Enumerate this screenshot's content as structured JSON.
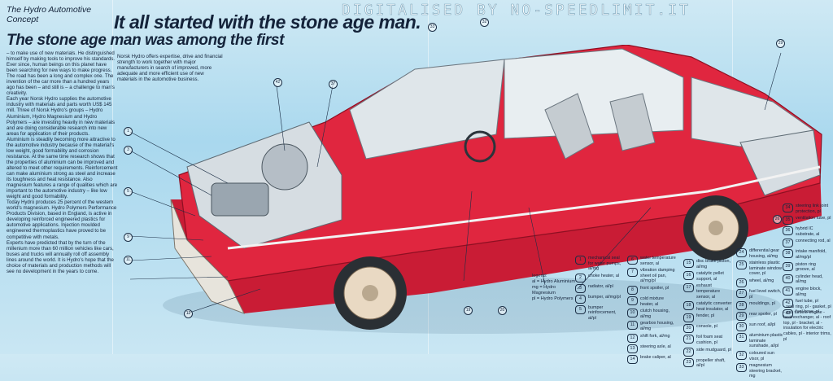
{
  "brochure": {
    "kicker": "The Hydro Automotive Concept",
    "headline_main": "It all started with the stone age man.",
    "headline_sub": "The stone age man was among the first",
    "watermark": "DIGITALISED BY NO-SPEEDLIMIT.IT"
  },
  "body_paragraphs": [
    "– to make use of new materials. He distinguished himself by making tools to improve his standards. Ever since, human beings on this planet have been searching for new ways to make progress. The road has been a long and complex one. The invention of the car more than a hundred years ago has been – and still is – a challenge to man's creativity.",
    "Each year Norsk Hydro supplies the automotive industry with materials and parts worth US$ 145 mill. Three of Norsk Hydro's groups – Hydro Aluminium, Hydro Magnesium and Hydro Polymers – are investing heavily in new materials and are doing considerable research into new areas for application of their products.",
    "Aluminium is steadily becoming more attractive to the automotive industry because of the material's low weight, good formability and corrosion resistance. At the same time research shows that the properties of aluminium can be improved and altered to meet other requirements. Reinforcement can make aluminium strong as steel and increase its toughness and heat resistance. Also magnesium features a range of qualities which are important to the automotive industry – like low weight and good formability.",
    "Today Hydro produces 25 percent of the western world's magnesium. Hydro Polymers Performance Products Division, based in England, is active in developing reinforced engineered plastics for automotive applications. Injection moulded engineered thermoplastics have proved to be competitive with metals.",
    "Experts have predicted that by the turn of the millenium more than 60 million vehicles like cars, buses and trucks will annually roll off assembly lines around the world. It is Hydro's hope that the choice of materials and production methods will see no development in the years to come."
  ],
  "intro_paragraph": "Norsk Hydro offers expertise, drive and financial strength to work together with major manufacturers in search of improved, more adequate and more efficient use of new materials in the automotive business.",
  "legend": {
    "title": "legend:",
    "items": [
      "al = Hydro Aluminium",
      "mg = Hydro Magnesium",
      "pl = Hydro Polymers"
    ]
  },
  "parts_columns": [
    [
      {
        "n": "1",
        "t": "mechanical seal for water pumps, al/mg"
      },
      {
        "n": "2",
        "t": "choke heater, al"
      },
      {
        "n": "3",
        "t": "radiator, al/pl"
      },
      {
        "n": "4",
        "t": "bumper, al/mg/pl"
      },
      {
        "n": "5",
        "t": "bumper reinforcement, al/pl"
      }
    ],
    [
      {
        "n": "6",
        "t": "water temperature sensor, al"
      },
      {
        "n": "7",
        "t": "vibration damping sheet oil pan, al/mg/pl"
      },
      {
        "n": "8",
        "t": "front spoiler, pl"
      },
      {
        "n": "9",
        "t": "cold mixture heater, al"
      },
      {
        "n": "10",
        "t": "clutch housing, al/mg"
      },
      {
        "n": "11",
        "t": "gearbox housing, al/mg"
      },
      {
        "n": "12",
        "t": "shift fork, al/mg"
      },
      {
        "n": "13",
        "t": "steering axle, al"
      },
      {
        "n": "14",
        "t": "brake caliper, al"
      }
    ],
    [
      {
        "n": "15",
        "t": "disc brake piston, al/mg"
      },
      {
        "n": "16",
        "t": "catalytic pellet support, al"
      },
      {
        "n": "17",
        "t": "exhaust temperature sensor, al"
      },
      {
        "n": "18",
        "t": "catalytic converter heat insulator, al"
      },
      {
        "n": "19",
        "t": "fender, pl"
      },
      {
        "n": "20",
        "t": "console, pl"
      },
      {
        "n": "21",
        "t": "foil foam seat cushion, pl"
      },
      {
        "n": "22",
        "t": "side mudguard, pl"
      },
      {
        "n": "23",
        "t": "propeller shaft, al/pl"
      }
    ],
    [
      {
        "n": "24",
        "t": "differential gear housing, al/mg"
      },
      {
        "n": "25",
        "t": "stainless plastic laminate window cover, pl"
      },
      {
        "n": "26",
        "t": "wheel, al/mg"
      },
      {
        "n": "27",
        "t": "fuel level switch, pl"
      },
      {
        "n": "28",
        "t": "mouldings, pl"
      },
      {
        "n": "29",
        "t": "rear spoiler, pl"
      },
      {
        "n": "30",
        "t": "sun roof, al/pl"
      },
      {
        "n": "31",
        "t": "aluminium plastic laminate sunshade, al/pl"
      },
      {
        "n": "32",
        "t": "coloured sun visor, pl"
      },
      {
        "n": "33",
        "t": "magnesium steering bracket, mg"
      }
    ],
    [
      {
        "n": "34",
        "t": "steering link joint protection, pl"
      },
      {
        "n": "35",
        "t": "ventilation tube, pl"
      },
      {
        "n": "36",
        "t": "hybrid IC substrate, al"
      },
      {
        "n": "37",
        "t": "connecting rod, al"
      },
      {
        "n": "38",
        "t": "intake manifold, al/mg/pl"
      },
      {
        "n": "39",
        "t": "piston ring groove, al"
      },
      {
        "n": "40",
        "t": "cylinder head, al/mg"
      },
      {
        "n": "41",
        "t": "engine block, al/mg"
      },
      {
        "n": "42",
        "t": "fuel tube, pl"
      },
      {
        "n": "43",
        "t": "fuel hose, pl"
      }
    ]
  ],
  "parts_extra": "- seal ring, pl - gasket, pl - gas turbine engine - heat exchanger, al - roof top, pl - bracket, al - insulation for electric cables, pl - interior trims, pl",
  "colors": {
    "car_body": "#e0263f",
    "background": "#a9d8ee",
    "ink": "#14233a"
  }
}
